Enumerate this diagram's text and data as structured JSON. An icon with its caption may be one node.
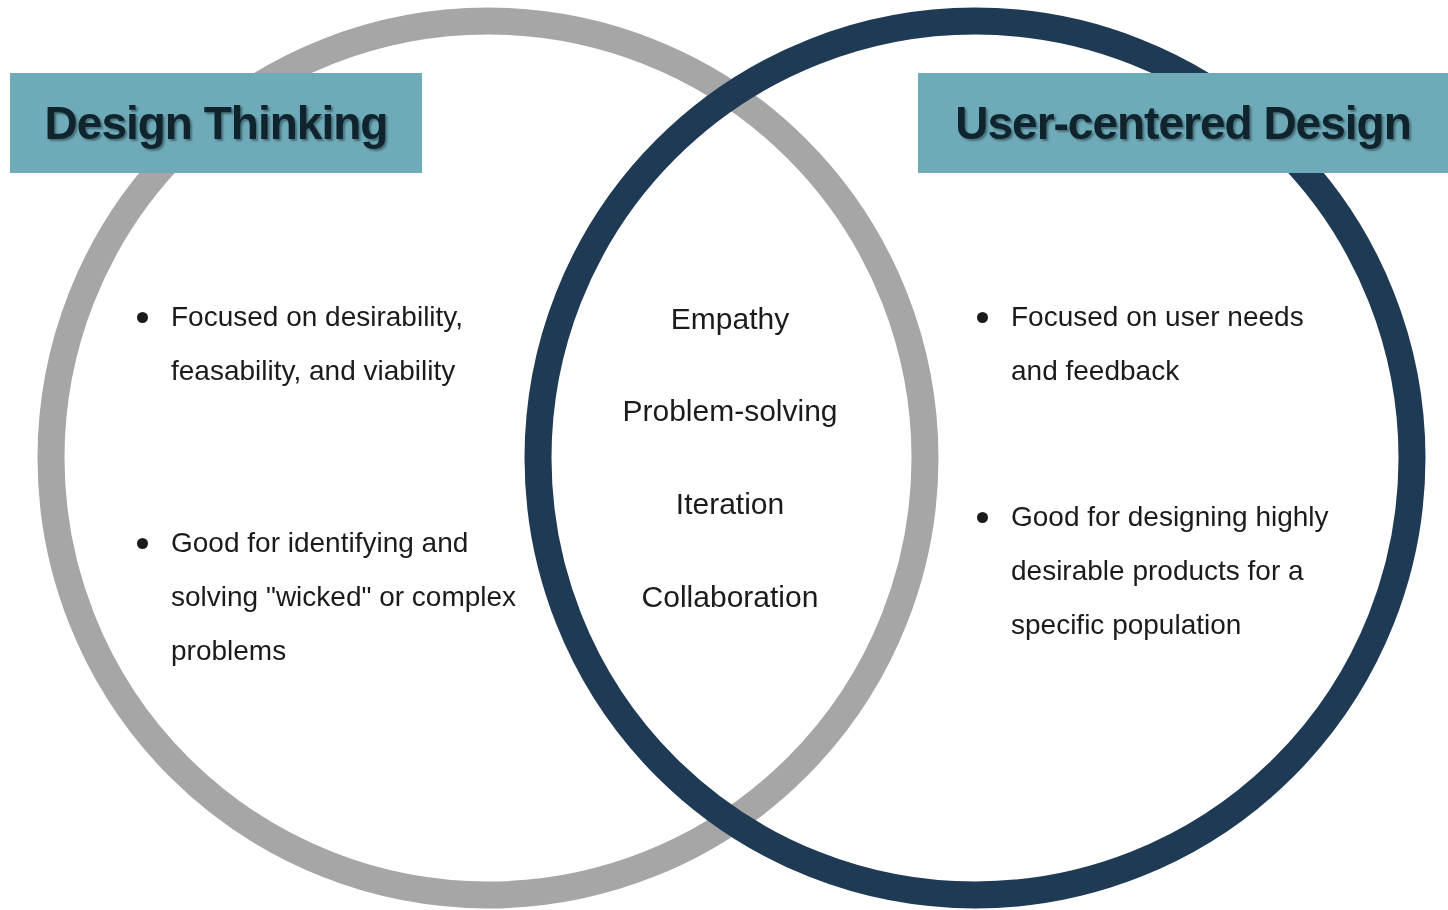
{
  "diagram": {
    "nodes": [
      {
        "text": [
          "Design Thinking",
          "Focused on desirability, feasability, and viability",
          "Good for identifying and solving \"wicked\" or complex problems"
        ]
      },
      {
        "text": [
          "User-centered Design",
          "Focused on user needs and feedback",
          "Good for designing highly desirable products for a specific population"
        ]
      }
    ],
    "labels": [
      "Empathy",
      "Problem-solving",
      "Iteration",
      "Collaboration"
    ]
  }
}
